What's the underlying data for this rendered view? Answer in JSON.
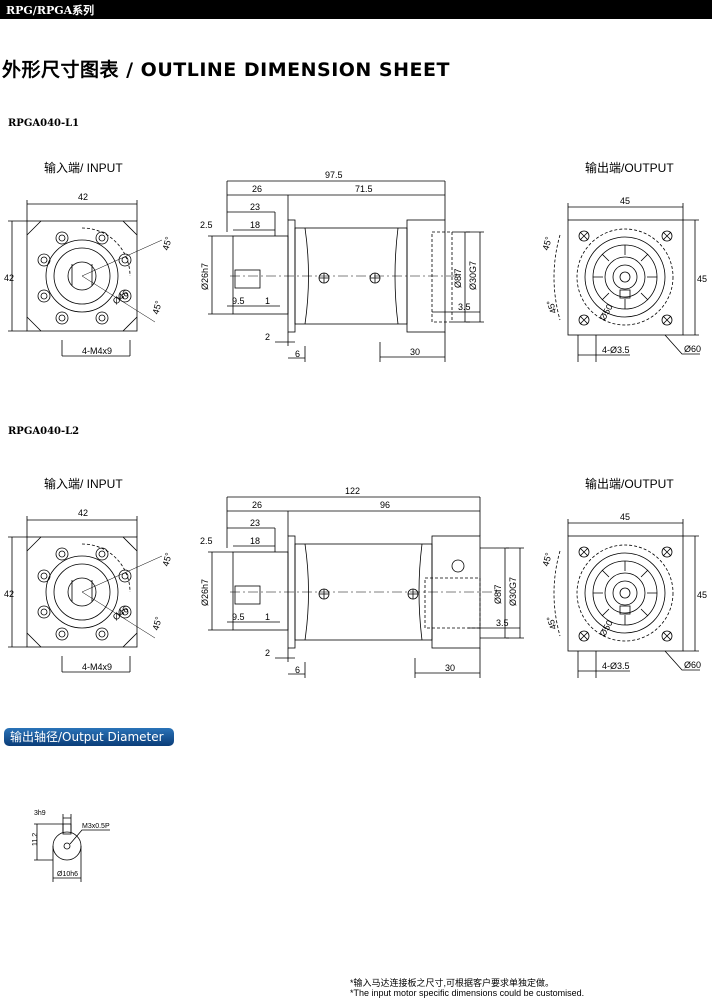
{
  "header": {
    "series": "RPG/RPGA系列"
  },
  "title": "外形尺寸图表 / OUTLINE DIMENSION SHEET",
  "views": {
    "input": "输入端/ INPUT",
    "output": "输出端/OUTPUT"
  },
  "models": [
    {
      "name": "RPGA040-L1",
      "input": {
        "width": "42",
        "height": "42",
        "angle": "45°",
        "bolt_circle": "Ø46",
        "screws": "4-M4x9"
      },
      "side": {
        "total": "97.5",
        "flange_len": "26",
        "body_len": "71.5",
        "shaft_len": "23",
        "key_len": "18",
        "shaft_offset": "2.5",
        "bore": "Ø26h7",
        "bore_depth": "9.5",
        "key_step": "1",
        "flange_thk": "2",
        "face": "6",
        "out_shaft_len": "30",
        "out_shaft": "Ø8f7",
        "pilot": "Ø30G7",
        "key": "3.5"
      },
      "output": {
        "width": "45",
        "height": "45",
        "angle": "45°",
        "bolt_circle": "Ø50",
        "holes": "4-Ø3.5",
        "outer": "Ø60"
      }
    },
    {
      "name": "RPGA040-L2",
      "input": {
        "width": "42",
        "height": "42",
        "angle": "45°",
        "bolt_circle": "Ø46",
        "screws": "4-M4x9"
      },
      "side": {
        "total": "122",
        "flange_len": "26",
        "body_len": "96",
        "shaft_len": "23",
        "key_len": "18",
        "shaft_offset": "2.5",
        "bore": "Ø26h7",
        "bore_depth": "9.5",
        "key_step": "1",
        "flange_thk": "2",
        "face": "6",
        "out_shaft_len": "30",
        "out_shaft": "Ø8f7",
        "pilot": "Ø30G7",
        "key": "3.5"
      },
      "output": {
        "width": "45",
        "height": "45",
        "angle": "45°",
        "bolt_circle": "Ø50",
        "holes": "4-Ø3.5",
        "outer": "Ø60"
      }
    }
  ],
  "output_diameter": {
    "label": "输出轴径/Output Diameter",
    "key_width": "3h9",
    "thread": "M3x0.5P",
    "height": "11.2",
    "diameter": "Ø10h6"
  },
  "notes": {
    "cn": "*输入马达连接板之尺寸,可根据客户要求单独定做。",
    "en": "*The input motor specific dimensions could be customised."
  }
}
